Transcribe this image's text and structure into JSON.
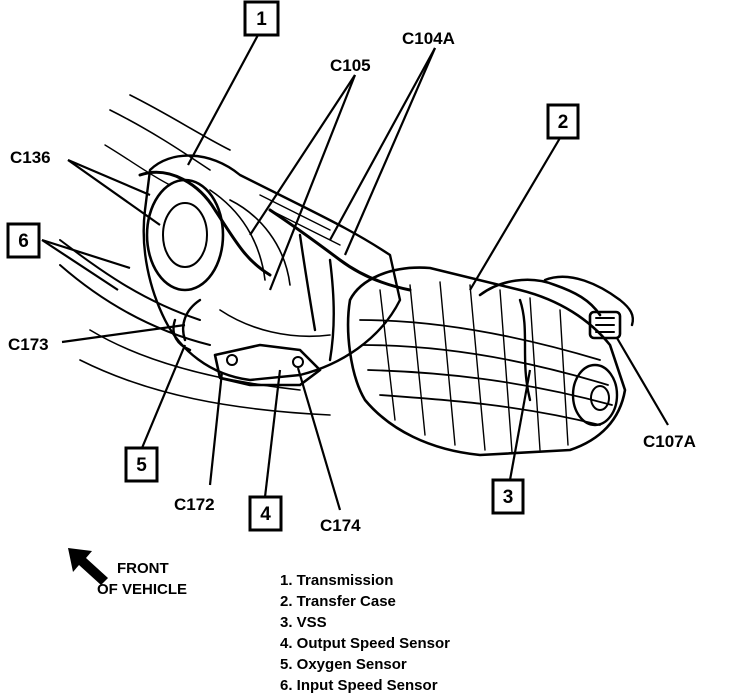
{
  "callouts": [
    {
      "id": "1",
      "text": "1"
    },
    {
      "id": "2",
      "text": "2"
    },
    {
      "id": "3",
      "text": "3"
    },
    {
      "id": "4",
      "text": "4"
    },
    {
      "id": "5",
      "text": "5"
    },
    {
      "id": "6",
      "text": "6"
    }
  ],
  "connectors": {
    "c104a": "C104A",
    "c105": "C105",
    "c136": "C136",
    "c173": "C173",
    "c172": "C172",
    "c174": "C174",
    "c107a": "C107A"
  },
  "orientation": {
    "line1": "FRONT",
    "line2": "OF VEHICLE"
  },
  "legend": [
    "1. Transmission",
    "2. Transfer Case",
    "3. VSS",
    "4. Output Speed Sensor",
    "5. Oxygen Sensor",
    "6. Input Speed Sensor"
  ]
}
